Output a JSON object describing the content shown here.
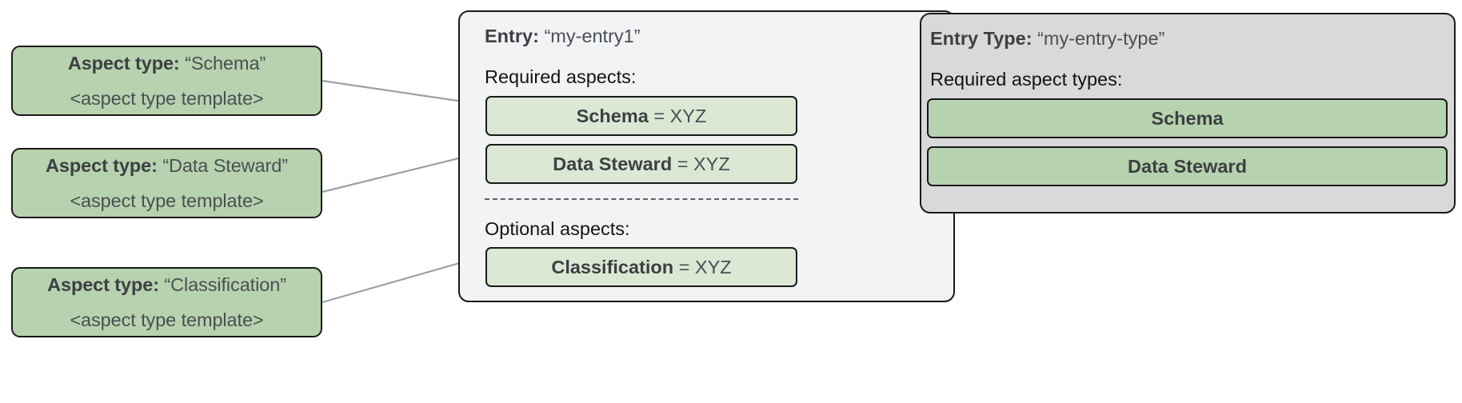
{
  "aspect_type_cards": [
    {
      "label_prefix": "Aspect type:",
      "name": "“Schema”",
      "template": "<aspect type template>"
    },
    {
      "label_prefix": "Aspect type:",
      "name": "“Data Steward”",
      "template": "<aspect type template>"
    },
    {
      "label_prefix": "Aspect type:",
      "name": "“Classification”",
      "template": "<aspect type template>"
    }
  ],
  "entry_panel": {
    "title_prefix": "Entry:",
    "title_name": "“my-entry1”",
    "required_label": "Required aspects:",
    "optional_label": "Optional aspects:",
    "required_aspects": [
      {
        "name": "Schema",
        "value": "= XYZ"
      },
      {
        "name": "Data Steward",
        "value": "= XYZ"
      }
    ],
    "optional_aspects": [
      {
        "name": "Classification",
        "value": "= XYZ"
      }
    ]
  },
  "entry_type_panel": {
    "title_prefix": "Entry Type:",
    "title_name": "“my-entry-type”",
    "required_label": "Required aspect types:",
    "required_aspect_types": [
      {
        "name": "Schema"
      },
      {
        "name": "Data Steward"
      }
    ]
  },
  "colors": {
    "aspect_type_fill": "#b7d2ae",
    "aspect_row_fill": "#dbe8d3",
    "entry_panel_fill": "#f1f3f4",
    "entry_type_panel_fill": "#d9d9d9",
    "border": "#1a1a1a",
    "connector": "#9aa0a6",
    "text_dark": "#3c4043",
    "text_body": "#141414"
  }
}
